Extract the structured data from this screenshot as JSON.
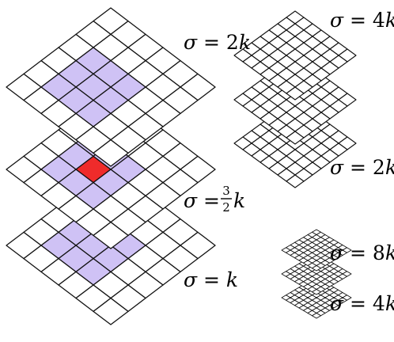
{
  "colors": {
    "background": "#ffffff",
    "grid_line": "#111111",
    "cell_empty": "#ffffff",
    "cell_neighbor": "#cfc2f5",
    "cell_center": "#ef2b2b"
  },
  "large_stack": {
    "layers": [
      {
        "sigma_symbol": "σ",
        "equals": " = ",
        "coefficient": "2",
        "variable": "k",
        "neighbor_region": true,
        "center_cell": false
      },
      {
        "sigma_symbol": "σ",
        "equals": " = ",
        "coefficient_numerator": "3",
        "coefficient_denominator": "2",
        "variable": "k",
        "neighbor_region": true,
        "center_cell": true
      },
      {
        "sigma_symbol": "σ",
        "equals": " = ",
        "coefficient": "",
        "variable": "k",
        "neighbor_region": true,
        "center_cell": false
      }
    ],
    "grid_size": 6
  },
  "medium_stack": {
    "layers": [
      {
        "sigma_symbol": "σ",
        "equals": " = ",
        "coefficient": "4",
        "variable": "k"
      },
      {
        "sigma_symbol": "",
        "equals": "",
        "coefficient": "",
        "variable": ""
      },
      {
        "sigma_symbol": "σ",
        "equals": " = ",
        "coefficient": "2",
        "variable": "k"
      }
    ],
    "grid_size": 7
  },
  "small_stack": {
    "layers": [
      {
        "sigma_symbol": "σ",
        "equals": " = ",
        "coefficient": "8",
        "variable": "k"
      },
      {
        "sigma_symbol": "",
        "equals": "",
        "coefficient": "",
        "variable": ""
      },
      {
        "sigma_symbol": "σ",
        "equals": " = ",
        "coefficient": "4",
        "variable": "k"
      }
    ],
    "grid_size": 8
  }
}
